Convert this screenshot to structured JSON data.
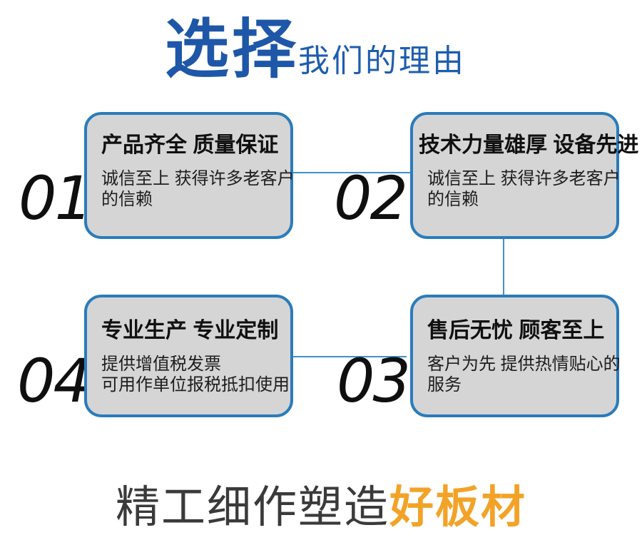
{
  "header": {
    "title_emphasis": "选择",
    "title_rest": "我们的理由"
  },
  "reasons": [
    {
      "number": "01",
      "title": "产品齐全 质量保证",
      "body_line1": "诚信至上 获得许多老客户",
      "body_line2": "的信赖"
    },
    {
      "number": "02",
      "title": "技术力量雄厚 设备先进",
      "body_line1": "诚信至上 获得许多老客户",
      "body_line2": "的信赖"
    },
    {
      "number": "03",
      "title": "售后无忧 顾客至上",
      "body_line1": "客户为先 提供热情贴心的",
      "body_line2": "服务"
    },
    {
      "number": "04",
      "title": "专业生产 专业定制",
      "body_line1": "提供增值税发票",
      "body_line2": "可用作单位报税抵扣使用"
    }
  ],
  "footer": {
    "tagline_gray": "精工细作塑造",
    "tagline_orange": "好板材"
  },
  "colors": {
    "title_blue": "#1e57a8",
    "card_border_blue": "#2a7cbb",
    "card_fill_gray": "#d5d5d5",
    "connector_blue": "#4190c7",
    "tagline_gray": "#3a3a3a",
    "tagline_orange": "#f2a327"
  }
}
